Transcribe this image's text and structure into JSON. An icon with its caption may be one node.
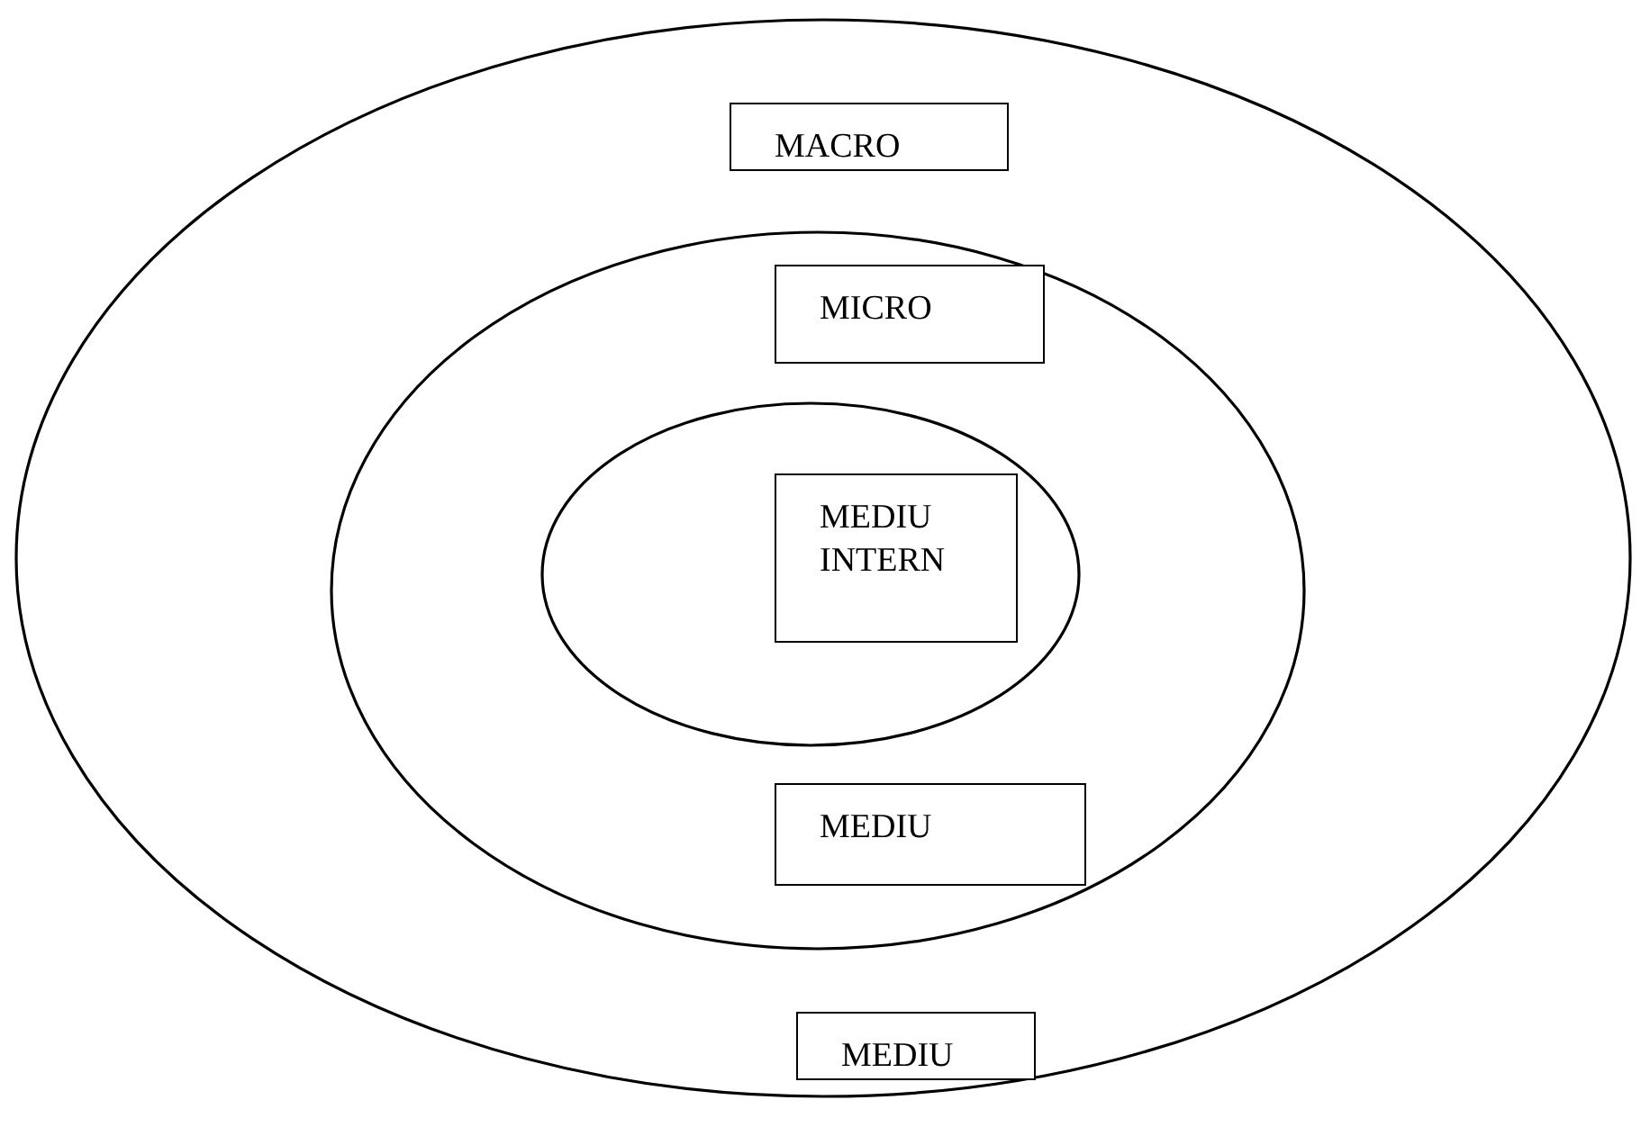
{
  "diagram": {
    "nodes": [
      {
        "text": [],
        "shape": "ellipse"
      },
      {
        "text": [
          "MACRO"
        ],
        "in": 0
      },
      {
        "text": [],
        "shape": "ellipse",
        "in": 0
      },
      {
        "text": [
          "MICRO"
        ],
        "in": 2
      },
      {
        "text": [],
        "shape": "ellipse",
        "in": 2
      },
      {
        "text": [
          "MEDIU INTERN"
        ],
        "in": 4
      },
      {
        "text": [
          "MEDIU"
        ],
        "in": 2
      },
      {
        "text": [
          "MEDIU"
        ],
        "in": 0
      }
    ]
  }
}
